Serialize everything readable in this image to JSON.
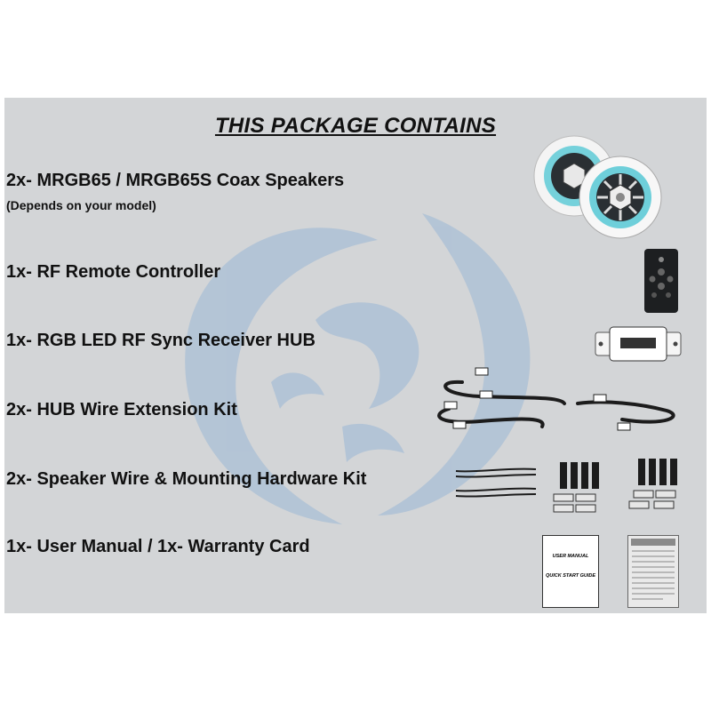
{
  "title": "THIS PACKAGE CONTAINS",
  "items": [
    {
      "label": "2x- MRGB65 / MRGB65S Coax Speakers",
      "note": "(Depends on your model)"
    },
    {
      "label": "1x- RF Remote Controller"
    },
    {
      "label": "1x- RGB LED RF Sync Receiver HUB"
    },
    {
      "label": "2x- HUB Wire Extension Kit"
    },
    {
      "label": "2x- Speaker Wire & Mounting Hardware Kit"
    },
    {
      "label": "1x- User Manual  / 1x- Warranty Card"
    }
  ],
  "manual": {
    "line1": "USER MANUAL",
    "line2": "QUICK START GUIDE"
  },
  "colors": {
    "panel": "#d3d5d7",
    "watermark": "#a9bfd6",
    "accent_led": "#5ecad6"
  }
}
